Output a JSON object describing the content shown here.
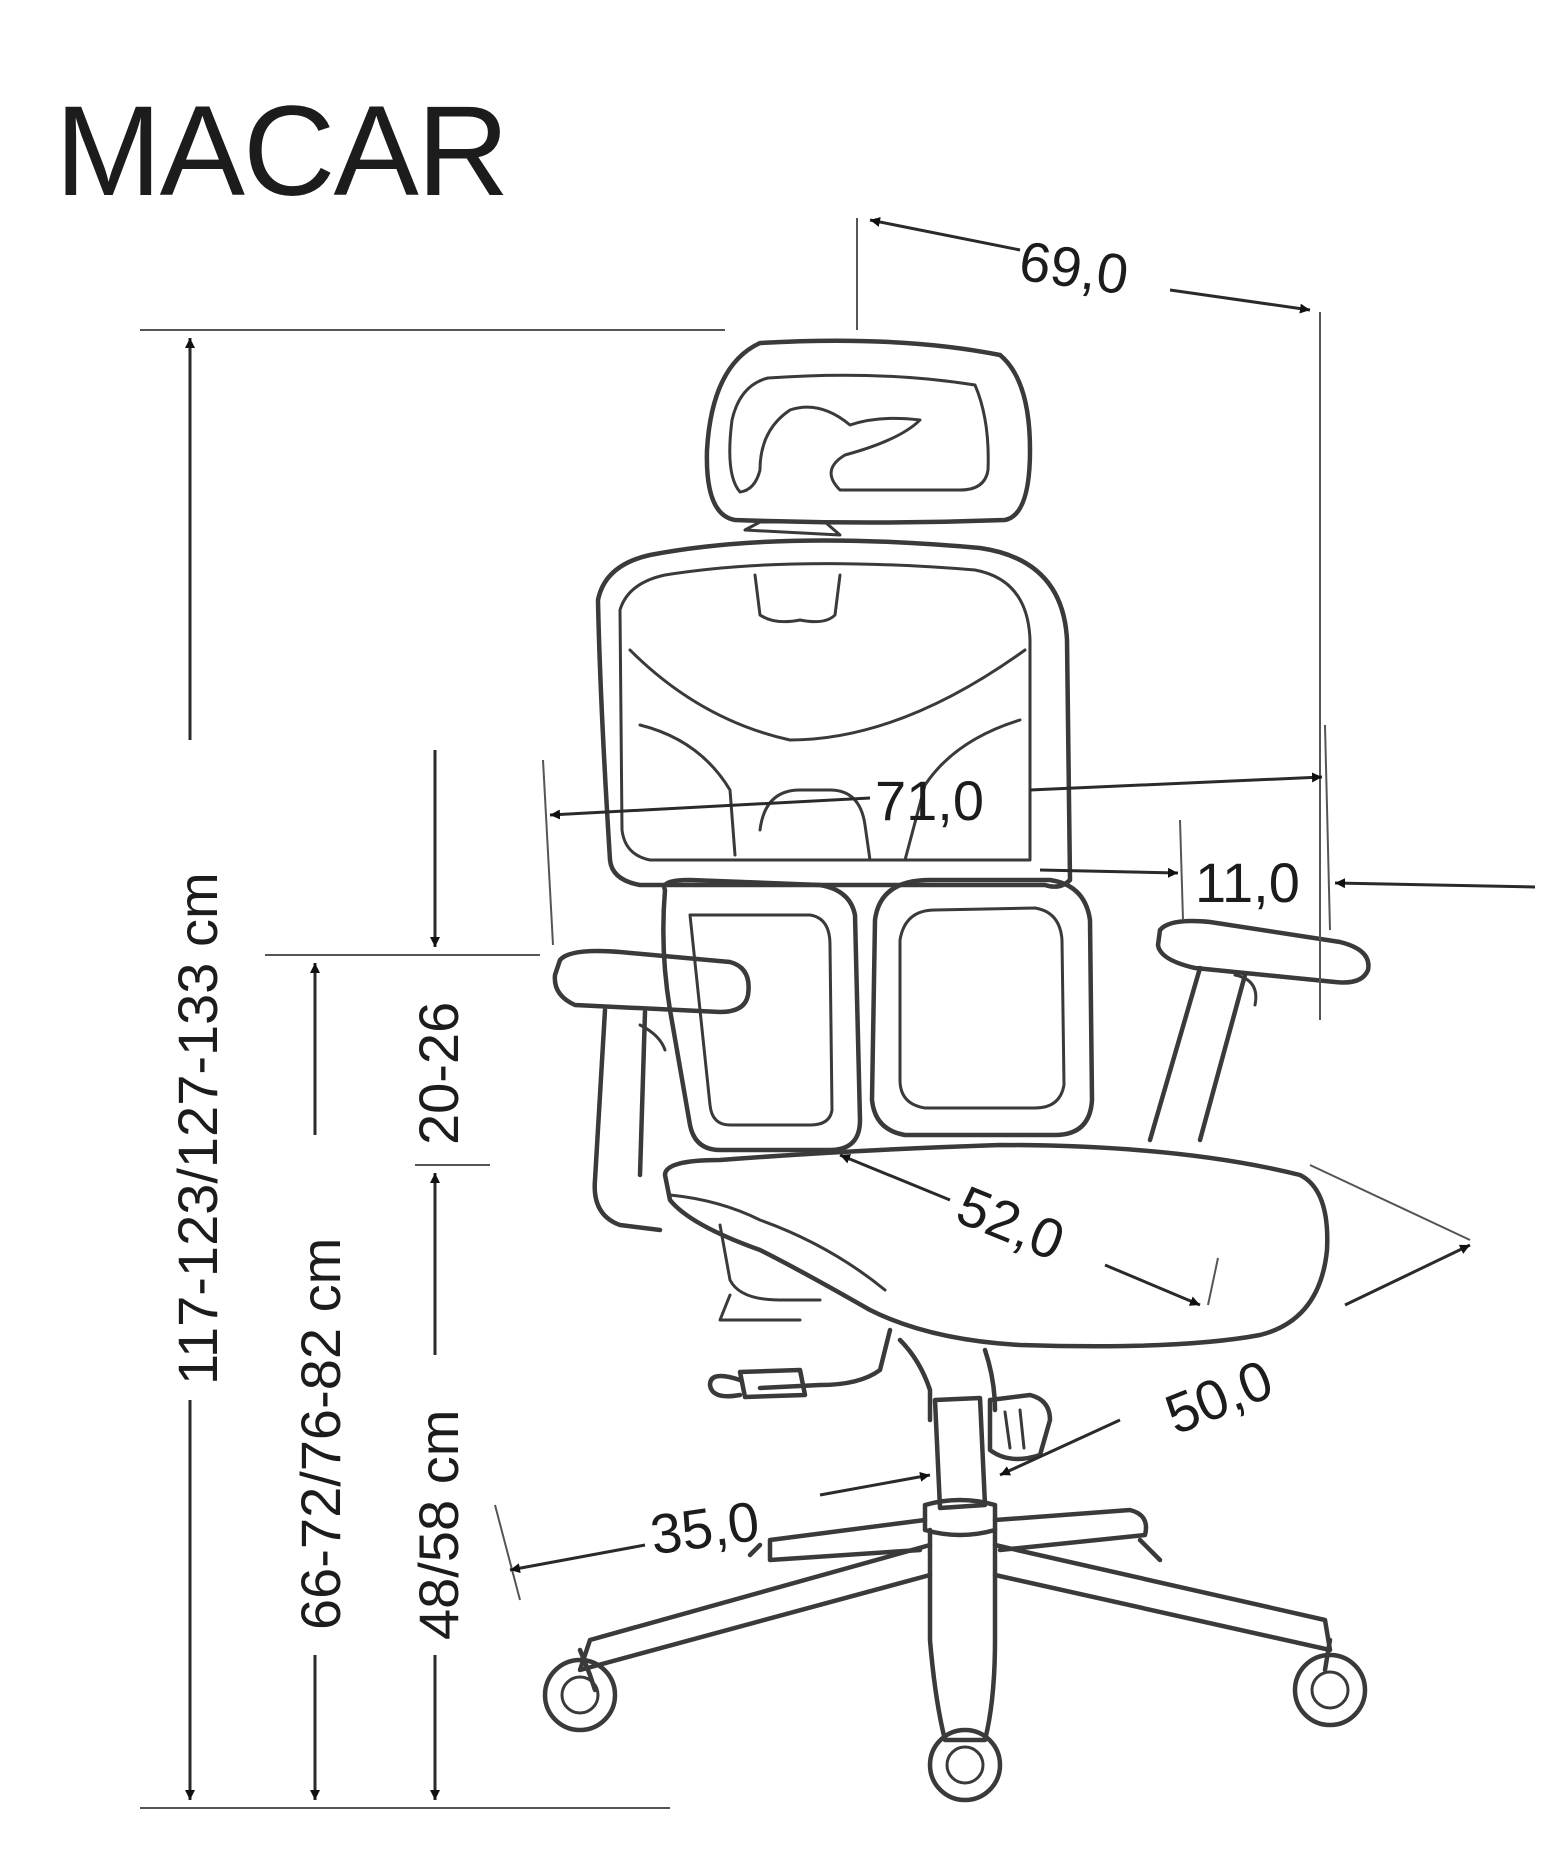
{
  "title": "MACAR",
  "dimensions": {
    "width_top": "69,0",
    "total_height": "117-123/127-133 cm",
    "armrest_height": "66-72/76-82 cm",
    "armrest_adjust": "20-26",
    "seat_height": "48/58 cm",
    "outer_width": "71,0",
    "armrest_width": "11,0",
    "seat_depth": "52,0",
    "seat_width": "50,0",
    "base_radius": "35,0"
  }
}
